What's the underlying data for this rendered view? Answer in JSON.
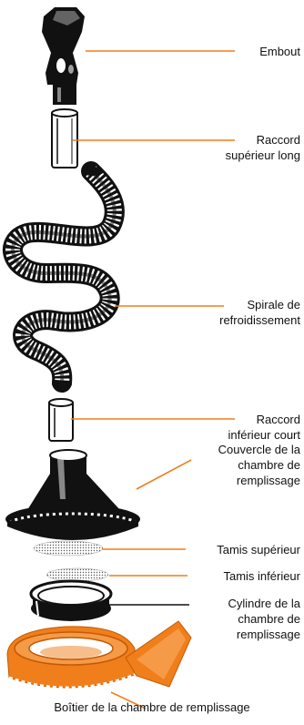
{
  "accent_color": "#f07e1a",
  "ink_color": "#111111",
  "parts": [
    {
      "id": "embout",
      "label": "Embout"
    },
    {
      "id": "raccord-superieur",
      "label": "Raccord\nsupérieur long"
    },
    {
      "id": "spirale",
      "label": "Spirale de\nrefroidissement"
    },
    {
      "id": "raccord-inferieur",
      "label": "Raccord\ninférieur court"
    },
    {
      "id": "couvercle",
      "label": "Couvercle de la\nchambre de\nremplissage"
    },
    {
      "id": "tamis-superieur",
      "label": "Tamis supérieur"
    },
    {
      "id": "tamis-inferieur",
      "label": "Tamis inférieur"
    },
    {
      "id": "cylindre",
      "label": "Cylindre de la\nchambre de\nremplissage"
    },
    {
      "id": "boitier",
      "label": "Boîtier de la chambre de remplissage"
    }
  ]
}
